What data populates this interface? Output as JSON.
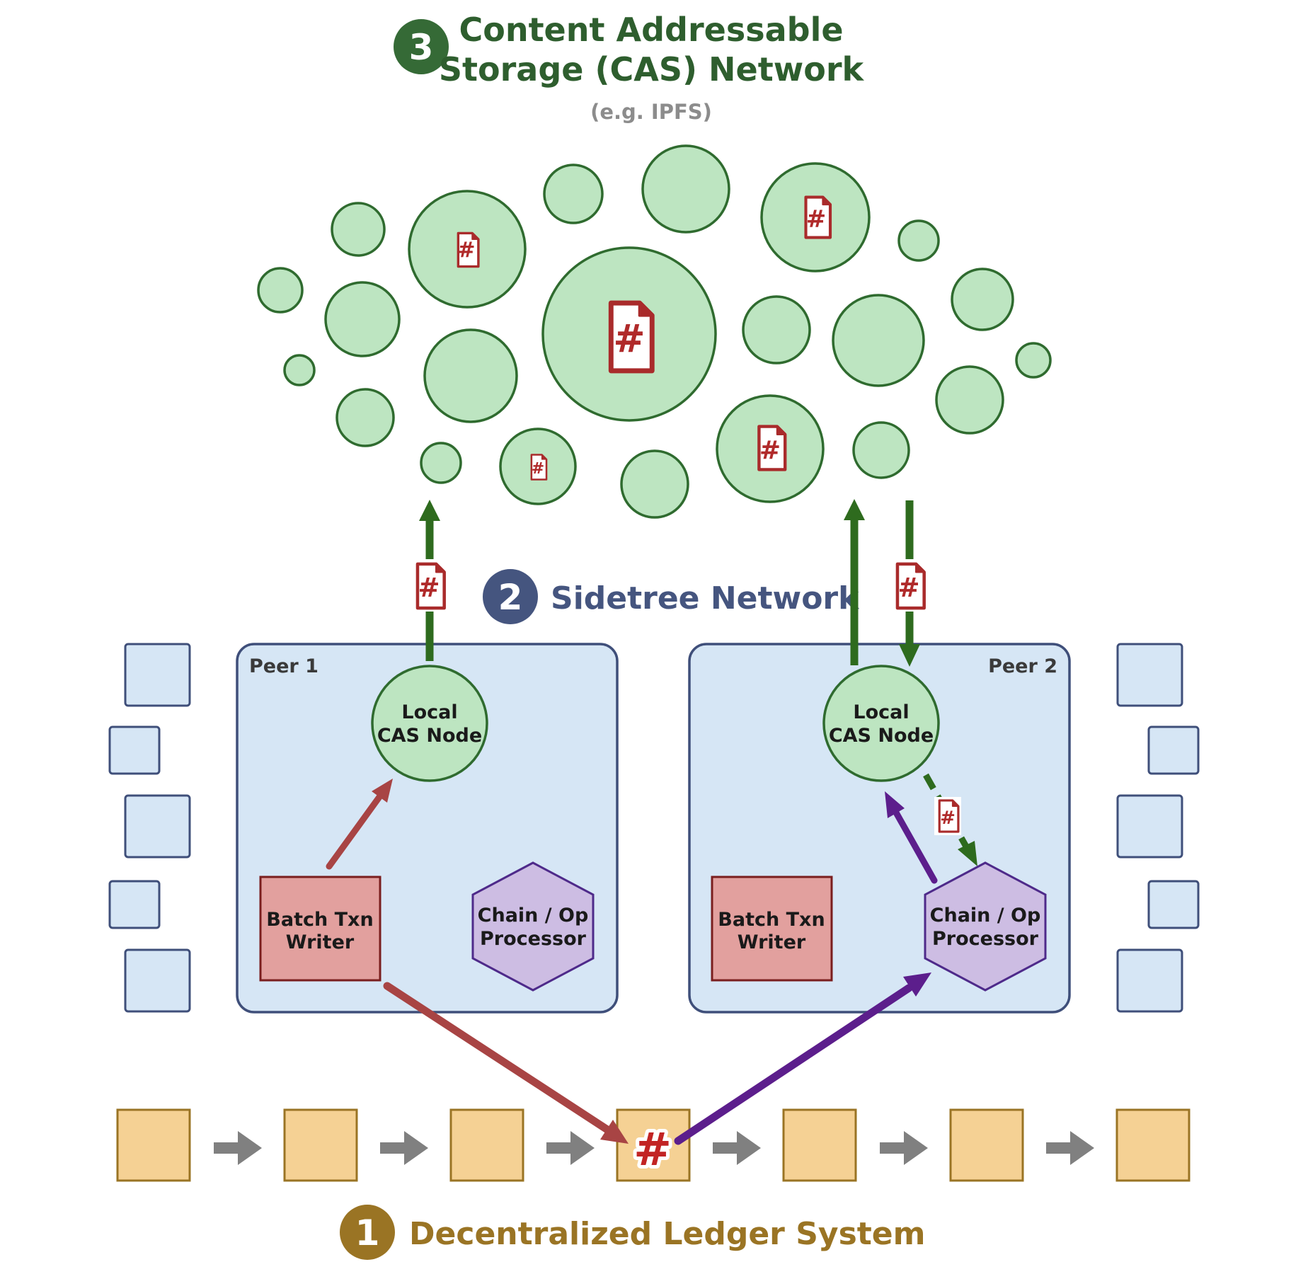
{
  "cas": {
    "number": "3",
    "title_line1": "Content Addressable",
    "title_line2": "Storage (CAS) Network",
    "subtitle": "(e.g. IPFS)"
  },
  "sidetree": {
    "number": "2",
    "title": "Sidetree Network"
  },
  "ledger": {
    "number": "1",
    "title": "Decentralized Ledger System",
    "hash_symbol": "#"
  },
  "peers": [
    {
      "label": "Peer 1",
      "cas_node_line1": "Local",
      "cas_node_line2": "CAS Node",
      "writer_line1": "Batch Txn",
      "writer_line2": "Writer",
      "processor_line1": "Chain / Op",
      "processor_line2": "Processor"
    },
    {
      "label": "Peer 2",
      "cas_node_line1": "Local",
      "cas_node_line2": "CAS Node",
      "writer_line1": "Batch Txn",
      "writer_line2": "Writer",
      "processor_line1": "Chain / Op",
      "processor_line2": "Processor"
    }
  ],
  "doc_symbol": "#",
  "colors": {
    "cas_green": "#2e6b2e",
    "sidetree_navy": "#45557f",
    "ledger_gold": "#9a7424",
    "node_fill": "#bde5c1",
    "node_stroke": "#2f6b2f",
    "peer_fill": "#d6e6f5",
    "peer_stroke": "#3f4f7a",
    "writer_fill": "#e2a09e",
    "writer_stroke": "#7a1e1e",
    "processor_fill": "#cdbde3",
    "processor_stroke": "#4e2a8a",
    "block_fill": "#f5d194",
    "block_stroke": "#9a7424",
    "arrow_red": "#a84444",
    "arrow_purple": "#5c1e8c",
    "arrow_green": "#2e6b1e",
    "arrow_gray": "#808080",
    "doc_red": "#b02a2a"
  }
}
